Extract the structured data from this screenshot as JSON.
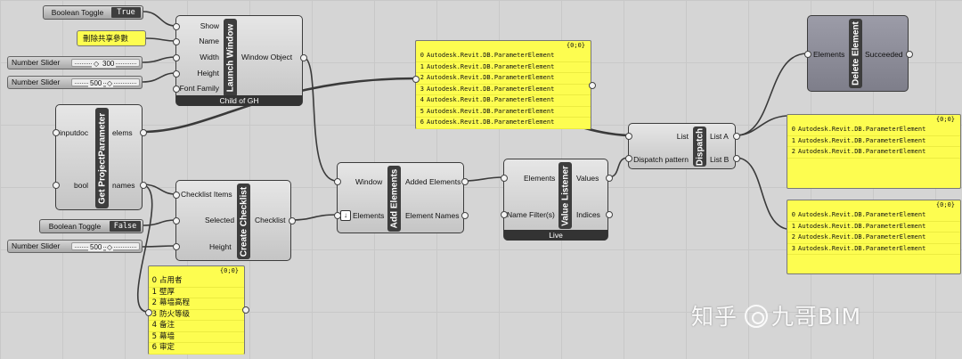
{
  "toggle_show": {
    "label": "Boolean Toggle",
    "value": "True"
  },
  "text_panel": {
    "text": "刪除共享參數"
  },
  "slider_width": {
    "label": "Number Slider",
    "value": "300"
  },
  "slider_height": {
    "label": "Number Slider",
    "value": "500"
  },
  "launch_window": {
    "title": "Launch Window",
    "inputs": [
      "Show",
      "Name",
      "Width",
      "Height",
      "Font Family"
    ],
    "output": "Window Object",
    "footer": "Child of GH"
  },
  "panel_elements": {
    "header": "{0;0}",
    "rows": [
      {
        "i": "0",
        "t": "Autodesk.Revit.DB.ParameterElement"
      },
      {
        "i": "1",
        "t": "Autodesk.Revit.DB.ParameterElement"
      },
      {
        "i": "2",
        "t": "Autodesk.Revit.DB.ParameterElement"
      },
      {
        "i": "3",
        "t": "Autodesk.Revit.DB.ParameterElement"
      },
      {
        "i": "4",
        "t": "Autodesk.Revit.DB.ParameterElement"
      },
      {
        "i": "5",
        "t": "Autodesk.Revit.DB.ParameterElement"
      },
      {
        "i": "6",
        "t": "Autodesk.Revit.DB.ParameterElement"
      }
    ]
  },
  "delete_element": {
    "title": "Delete Element",
    "input": "Elements",
    "output": "Succeeded"
  },
  "get_project_parameter": {
    "title": "Get ProjectParameter",
    "inputs": [
      "inputdoc",
      "bool"
    ],
    "outputs": [
      "elems",
      "names"
    ]
  },
  "dispatch": {
    "title": "Dispatch",
    "inputs": [
      "List",
      "Dispatch pattern"
    ],
    "outputs": [
      "List A",
      "List B"
    ]
  },
  "panel_list_a": {
    "header": "{0;0}",
    "rows": [
      {
        "i": "0",
        "t": "Autodesk.Revit.DB.ParameterElement"
      },
      {
        "i": "1",
        "t": "Autodesk.Revit.DB.ParameterElement"
      },
      {
        "i": "2",
        "t": "Autodesk.Revit.DB.ParameterElement"
      }
    ]
  },
  "panel_list_b": {
    "header": "{0;0}",
    "rows": [
      {
        "i": "0",
        "t": "Autodesk.Revit.DB.ParameterElement"
      },
      {
        "i": "1",
        "t": "Autodesk.Revit.DB.ParameterElement"
      },
      {
        "i": "2",
        "t": "Autodesk.Revit.DB.ParameterElement"
      },
      {
        "i": "3",
        "t": "Autodesk.Revit.DB.ParameterElement"
      }
    ]
  },
  "create_checklist": {
    "title": "Create Checklist",
    "inputs": [
      "Checklist Items",
      "Selected",
      "Height"
    ],
    "output": "Checklist"
  },
  "toggle_selected": {
    "label": "Boolean Toggle",
    "value": "False"
  },
  "slider_checklist_height": {
    "label": "Number Slider",
    "value": "500"
  },
  "add_elements": {
    "title": "Add Elements",
    "inputs": [
      "Window",
      "Elements"
    ],
    "outputs": [
      "Added Elements",
      "Element Names"
    ]
  },
  "value_listener": {
    "title": "Value Listener",
    "inputs": [
      "Elements",
      "Name Filter(s)"
    ],
    "outputs": [
      "Values",
      "Indices"
    ],
    "footer": "Live"
  },
  "panel_names": {
    "header": "{0;0}",
    "rows": [
      {
        "i": "0",
        "t": "占用者"
      },
      {
        "i": "1",
        "t": "壁厚"
      },
      {
        "i": "2",
        "t": "幕墙高程"
      },
      {
        "i": "3",
        "t": "防火等级"
      },
      {
        "i": "4",
        "t": "备注"
      },
      {
        "i": "5",
        "t": "幕墙"
      },
      {
        "i": "6",
        "t": "审定"
      }
    ]
  },
  "watermark": {
    "brand": "知乎",
    "author": "九哥BIM"
  }
}
